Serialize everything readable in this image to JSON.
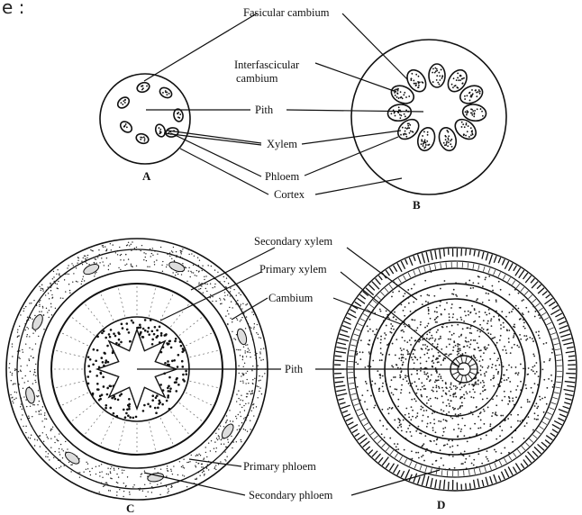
{
  "corner_text": "e :",
  "labels": {
    "fasicular_cambium": "Fasicular cambium",
    "interfascicular_1": "Interfascicular",
    "interfascicular_2": "cambium",
    "pith": "Pith",
    "xylem": "Xylem",
    "phloem": "Phloem",
    "cortex": "Cortex",
    "secondary_xylem": "Secondary xylem",
    "primary_xylem": "Primary xylem",
    "cambium": "Cambium",
    "pith_2": "Pith",
    "primary_phloem": "Primary phloem",
    "secondary_phloem": "Secondary phloem"
  },
  "captions": {
    "a": "A",
    "b": "B",
    "c": "C",
    "d": "D"
  }
}
